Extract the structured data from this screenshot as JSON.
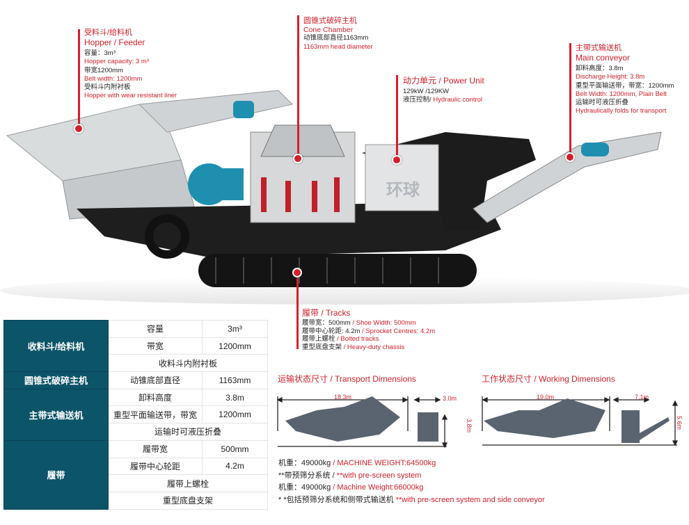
{
  "hopper": {
    "title_cn": "受料斗/给料机",
    "title_en": "Hopper / Feeder",
    "lines": [
      {
        "text": "容量：3m³",
        "red": false
      },
      {
        "text": "Hopper capacity: 3 m³",
        "red": true
      },
      {
        "text": "带宽1200mm",
        "red": false
      },
      {
        "text": "Belt width: 1200mm",
        "red": true
      },
      {
        "text": "受料斗内附衬板",
        "red": false
      },
      {
        "text": "Hopper with wear resistant liner",
        "red": true
      }
    ]
  },
  "cone": {
    "title_cn": "圆锥式破碎主机",
    "title_en": "Cone Chamber",
    "line1": "动锥底部直径1163mm",
    "line2": "1163mm head diameter"
  },
  "power": {
    "title": "动力单元 / Power Unit",
    "line1": "129kW /129KW",
    "line2_cn": "液压控制/",
    "line2_en": "Hydraulic control"
  },
  "conveyor": {
    "title_cn": "主带式输送机",
    "title_en": "Main conveyor",
    "l1": "卸料高度：3.8m",
    "l2": "Discharge Height: 3.8m",
    "l3": "重型平面输送带，带宽：1200mm",
    "l4": "Belt Width: 1200mm, Plain Belt",
    "l5": "运输时可液压折叠",
    "l6": "Hydraulically folds for transport"
  },
  "tracks": {
    "title": "履带 / Tracks",
    "rows": [
      {
        "cn": "履带宽：500mm",
        "en": "/ Shoe Width: 500mm"
      },
      {
        "cn": "履带中心轮距: 4.2m",
        "en": "/ Sprocket Centres: 4.2m"
      },
      {
        "cn": "履带上螺栓",
        "en": "/  Bolted tracks"
      },
      {
        "cn": "重型底盘支架",
        "en": "/  Heavy-duty chassis"
      }
    ]
  },
  "watermark": "环球",
  "table": {
    "g1": "收料斗/给料机",
    "r1k": "容量",
    "r1v": "3m³",
    "r2k": "带宽",
    "r2v": "1200mm",
    "r3": "收料斗内附衬板",
    "g2": "圆锥式破碎主机",
    "r4k": "动锥底部直径",
    "r4v": "1163mm",
    "g3": "主带式输送机",
    "r5k": "卸料高度",
    "r5v": "3.8m",
    "r6k": "重型平面输送带，带宽",
    "r6v": "1200mm",
    "r7": "运输时可液压折叠",
    "g4": "履带",
    "r8k": "履带宽",
    "r8v": "500mm",
    "r9k": "履带中心轮距",
    "r9v": "4.2m",
    "r10": "履带上螺栓",
    "r11": "重型底盘支架"
  },
  "transport": {
    "title": "运输状态尺寸 / Transport Dimensions",
    "length": "18.3m",
    "width": "3.0m",
    "height": "3.8m"
  },
  "working": {
    "title": "工作状态尺寸 / Working Dimensions",
    "length": "19.0m",
    "width": "7.1m",
    "height": "5.6m"
  },
  "weights": [
    {
      "cn": "机重：49000kg",
      "en": " / MACHINE WEIGHT:64500kg"
    },
    {
      "cn": "**带预筛分系统 /",
      "en": " **with pre-screen system"
    },
    {
      "cn": "机重：49000kg",
      "en": " / Machine Weight:66000kg"
    },
    {
      "cn": "* *包括预筛分系统和侧带式输送机",
      "en": "  **with pre-screen system and side conveyor"
    }
  ],
  "colors": {
    "accent": "#d4202c",
    "table_header": "#0c5468",
    "machine_teal": "#1f8fb0"
  }
}
